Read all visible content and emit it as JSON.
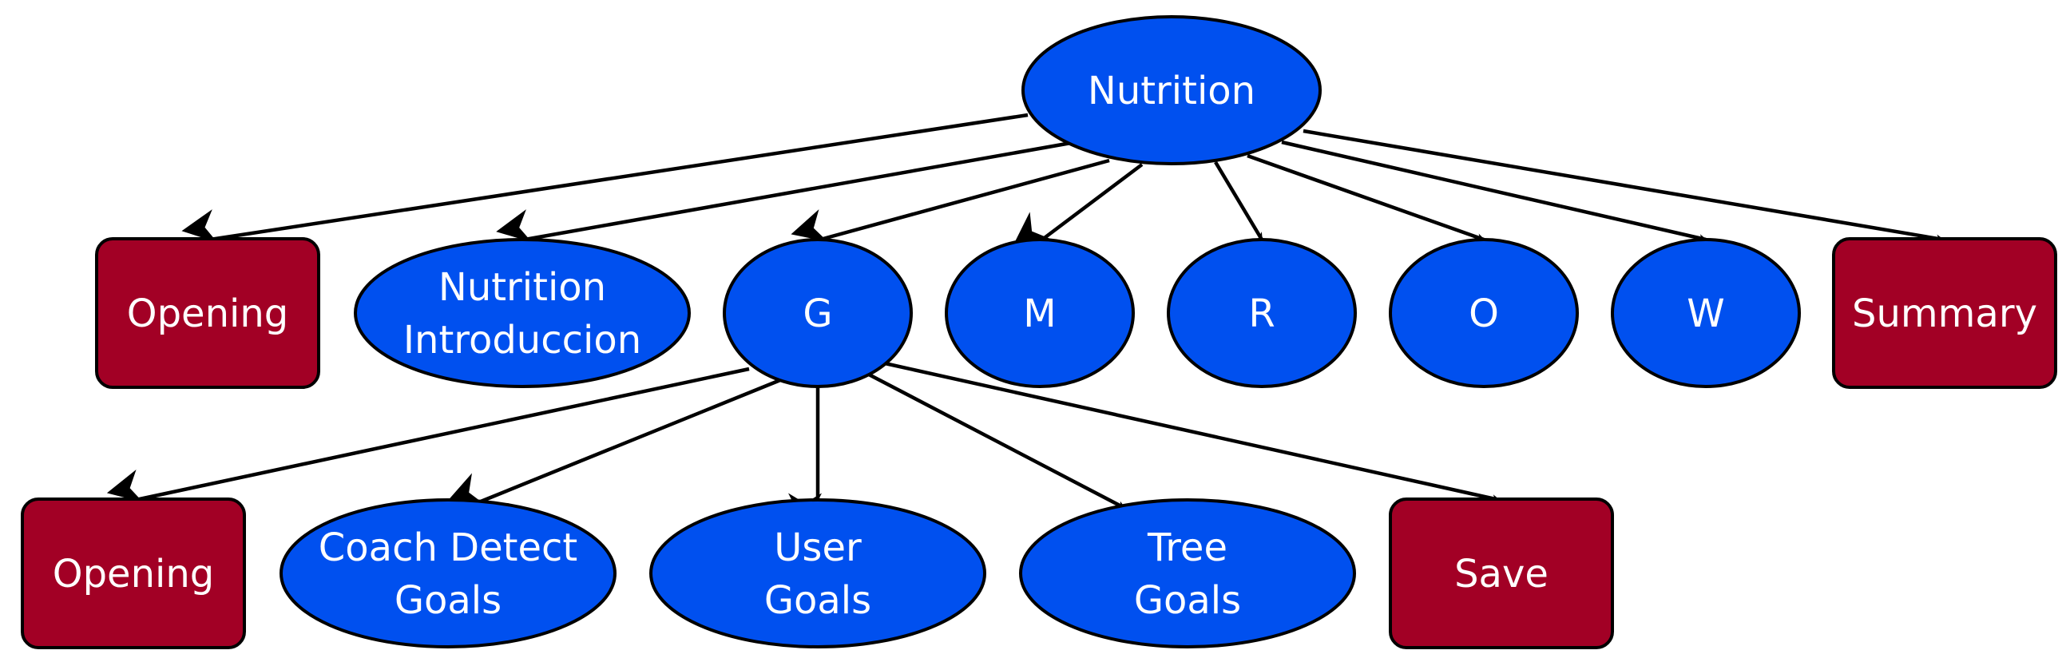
{
  "colors": {
    "process_fill": "#0050ef",
    "terminal_fill": "#a20025",
    "stroke": "#000000",
    "text": "#ffffff"
  },
  "nodes": {
    "nutrition": {
      "lines": [
        "Nutrition"
      ],
      "shape": "ellipse"
    },
    "opening_top": {
      "lines": [
        "Opening"
      ],
      "shape": "rounded-rect"
    },
    "nutrition_intro": {
      "lines": [
        "Nutrition",
        "Introduccion"
      ],
      "shape": "ellipse"
    },
    "g": {
      "lines": [
        "G"
      ],
      "shape": "ellipse"
    },
    "m": {
      "lines": [
        "M"
      ],
      "shape": "ellipse"
    },
    "r": {
      "lines": [
        "R"
      ],
      "shape": "ellipse"
    },
    "o": {
      "lines": [
        "O"
      ],
      "shape": "ellipse"
    },
    "w": {
      "lines": [
        "W"
      ],
      "shape": "ellipse"
    },
    "summary": {
      "lines": [
        "Summary"
      ],
      "shape": "rounded-rect"
    },
    "opening_bottom": {
      "lines": [
        "Opening"
      ],
      "shape": "rounded-rect"
    },
    "coach_detect_goals": {
      "lines": [
        "Coach Detect",
        "Goals"
      ],
      "shape": "ellipse"
    },
    "user_goals": {
      "lines": [
        "User",
        "Goals"
      ],
      "shape": "ellipse"
    },
    "tree_goals": {
      "lines": [
        "Tree",
        "Goals"
      ],
      "shape": "ellipse"
    },
    "save": {
      "lines": [
        "Save"
      ],
      "shape": "rounded-rect"
    }
  },
  "edges": [
    {
      "from": "nutrition",
      "to": "opening_top"
    },
    {
      "from": "nutrition",
      "to": "nutrition_intro"
    },
    {
      "from": "nutrition",
      "to": "g"
    },
    {
      "from": "nutrition",
      "to": "m"
    },
    {
      "from": "nutrition",
      "to": "r"
    },
    {
      "from": "nutrition",
      "to": "o"
    },
    {
      "from": "nutrition",
      "to": "w"
    },
    {
      "from": "nutrition",
      "to": "summary"
    },
    {
      "from": "g",
      "to": "opening_bottom"
    },
    {
      "from": "g",
      "to": "coach_detect_goals"
    },
    {
      "from": "g",
      "to": "user_goals"
    },
    {
      "from": "g",
      "to": "tree_goals"
    },
    {
      "from": "g",
      "to": "save"
    }
  ]
}
